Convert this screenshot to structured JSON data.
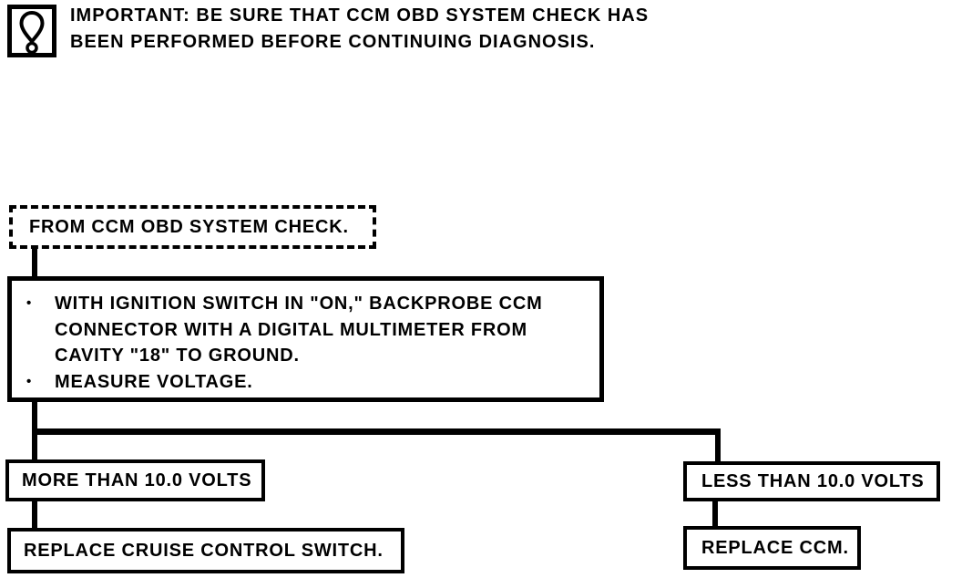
{
  "page": {
    "colors": {
      "ink": "#000000",
      "paper": "#ffffff"
    }
  },
  "notice": {
    "icon": "exclamation-important-icon",
    "lines": [
      "IMPORTANT: BE SURE THAT CCM OBD SYSTEM CHECK HAS",
      "BEEN PERFORMED BEFORE CONTINUING DIAGNOSIS."
    ]
  },
  "flowchart": {
    "bullet_glyph": "•",
    "entry": {
      "label": "FROM CCM OBD SYSTEM CHECK."
    },
    "action": {
      "bullets": [
        {
          "lines": [
            "WITH IGNITION SWITCH IN \"ON,\" BACKPROBE CCM",
            "CONNECTOR WITH A DIGITAL MULTIMETER FROM",
            "CAVITY \"18\" TO GROUND."
          ]
        },
        {
          "lines": [
            "MEASURE VOLTAGE."
          ]
        }
      ]
    },
    "branches": [
      {
        "condition": "MORE THAN 10.0 VOLTS",
        "result": "REPLACE CRUISE CONTROL SWITCH."
      },
      {
        "condition": "LESS THAN 10.0 VOLTS",
        "result": "REPLACE CCM."
      }
    ]
  }
}
